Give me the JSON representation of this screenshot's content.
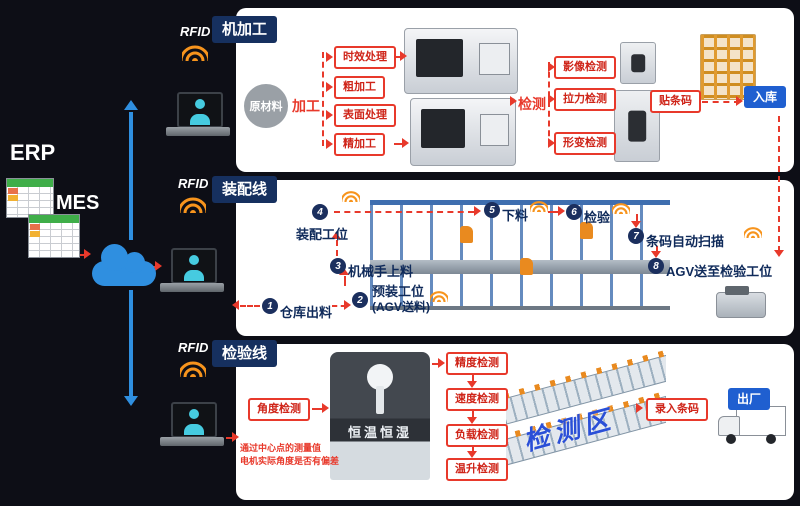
{
  "left_panel": {
    "erp_label": "ERP",
    "mes_label": "MES"
  },
  "machining": {
    "rfid_label": "RFID",
    "title": "机加工",
    "raw_material": "原材料",
    "process_arrow_label": "加工",
    "steps": [
      "时效处理",
      "粗加工",
      "表面处理",
      "精加工"
    ],
    "inspect_label": "检测",
    "inspections": [
      "影像检测",
      "拉力检测",
      "形变检测"
    ],
    "barcode_label": "贴条码",
    "inbound_label": "入库"
  },
  "assembly": {
    "rfid_label": "RFID",
    "title": "装配线",
    "steps": [
      {
        "num": "1",
        "label": "仓库出料"
      },
      {
        "num": "2",
        "label": "预装工位",
        "sub": "(AGV送料)"
      },
      {
        "num": "3",
        "label": "机械手上料"
      },
      {
        "num": "4",
        "label": "装配工位"
      },
      {
        "num": "5",
        "label": "下料"
      },
      {
        "num": "6",
        "label": "检验"
      },
      {
        "num": "7",
        "label": "条码自动扫描"
      },
      {
        "num": "8",
        "label": "AGV送至检验工位"
      }
    ]
  },
  "inspection": {
    "rfid_label": "RFID",
    "title": "检验线",
    "angle_label": "角度检测",
    "note_line1": "通过中心点的测量值",
    "note_line2": "电机实际角度是否有偏差",
    "chamber_label": "恒温恒湿",
    "tests": [
      "精度检测",
      "速度检测",
      "负载检测",
      "温升检测"
    ],
    "zone_label": "检测区",
    "barcode_entry_label": "录入条码",
    "ship_label": "出厂"
  },
  "colors": {
    "background": "#0d0e16",
    "red_accent": "#e8392b",
    "blue_accent": "#2f8fe0",
    "navy": "#16305f",
    "orange": "#f7941d",
    "cyan": "#46cbe0",
    "ship_blue": "#1f5fd0",
    "panel": "#ffffff"
  },
  "icons": {
    "wifi_icon": "orange radio waves",
    "cloud_icon": "blue cloud server",
    "laptop_user_icon": "laptop with cyan operator",
    "spreadsheet_icon": "ERP data sheet",
    "truck_icon": "outbound delivery truck",
    "racks_icon": "warehouse racks",
    "cnc_icon": "CNC machine",
    "agv_icon": "AGV shuttle"
  }
}
